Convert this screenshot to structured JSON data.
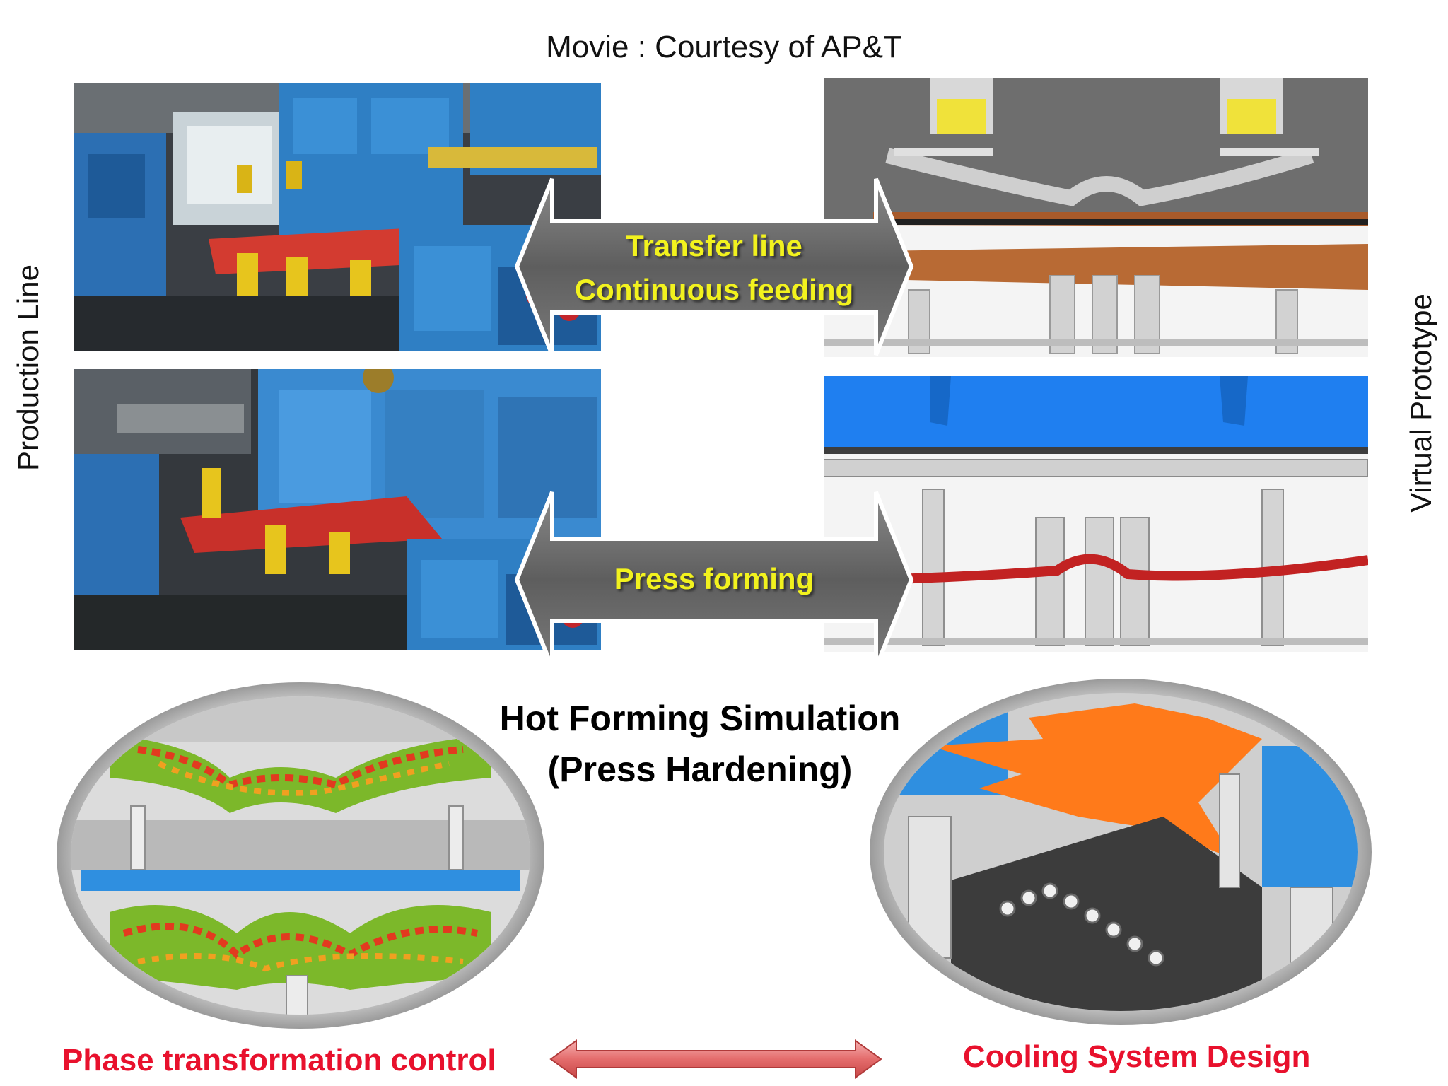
{
  "header": {
    "credit": "Movie : Courtesy of AP&T"
  },
  "side_labels": {
    "left": "Production Line",
    "right": "Virtual Prototype"
  },
  "arrows": {
    "top": {
      "line1": "Transfer line",
      "line2": "Continuous feeding"
    },
    "middle": {
      "label": "Press forming"
    }
  },
  "center": {
    "title_line1": "Hot Forming Simulation",
    "title_line2": "(Press Hardening)"
  },
  "bottom": {
    "left_label": "Phase transformation control",
    "right_label": "Cooling  System Design"
  },
  "colors": {
    "arrow_fill": "#6b6b6b",
    "arrow_text": "#f2f21e",
    "label_red": "#e8112d",
    "machine_blue": "#2f7fc4",
    "sim_orange": "#ff7a1a",
    "sim_blue": "#1f7ff0"
  }
}
